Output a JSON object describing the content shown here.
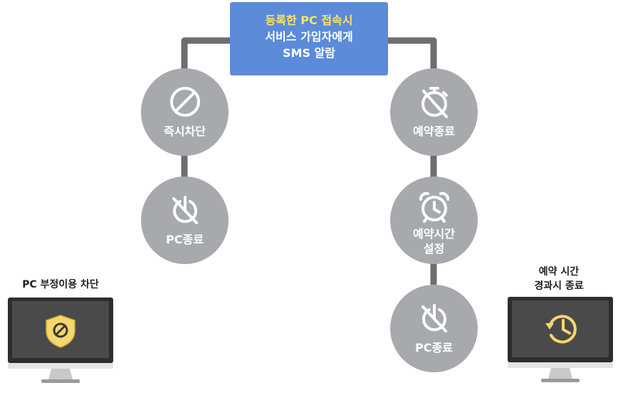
{
  "top_box": {
    "line1_highlight": "등록한 PC 접속시",
    "line2": "서비스 가입자에게",
    "line3": "SMS 알람"
  },
  "left_branch": {
    "node1": {
      "label": "즉시차단",
      "icon": "prohibit-icon"
    },
    "node2": {
      "label": "PC종료",
      "icon": "power-off-icon"
    }
  },
  "right_branch": {
    "node1": {
      "label": "예약종료",
      "icon": "timer-off-icon"
    },
    "node2": {
      "label_line1": "예약시간",
      "label_line2": "설정",
      "icon": "alarm-clock-icon"
    },
    "node3": {
      "label": "PC종료",
      "icon": "power-off-icon"
    }
  },
  "left_monitor": {
    "caption": "PC 부정이용 차단",
    "icon": "shield-prohibit-icon"
  },
  "right_monitor": {
    "caption_line1": "예약 시간",
    "caption_line2": "경과시 종료",
    "icon": "history-clock-icon"
  },
  "colors": {
    "box": "#5b8bd9",
    "node": "#a7a9ac",
    "connector": "#6d6e71",
    "highlight": "#ffe45c",
    "accent_yellow": "#f5d76e"
  }
}
